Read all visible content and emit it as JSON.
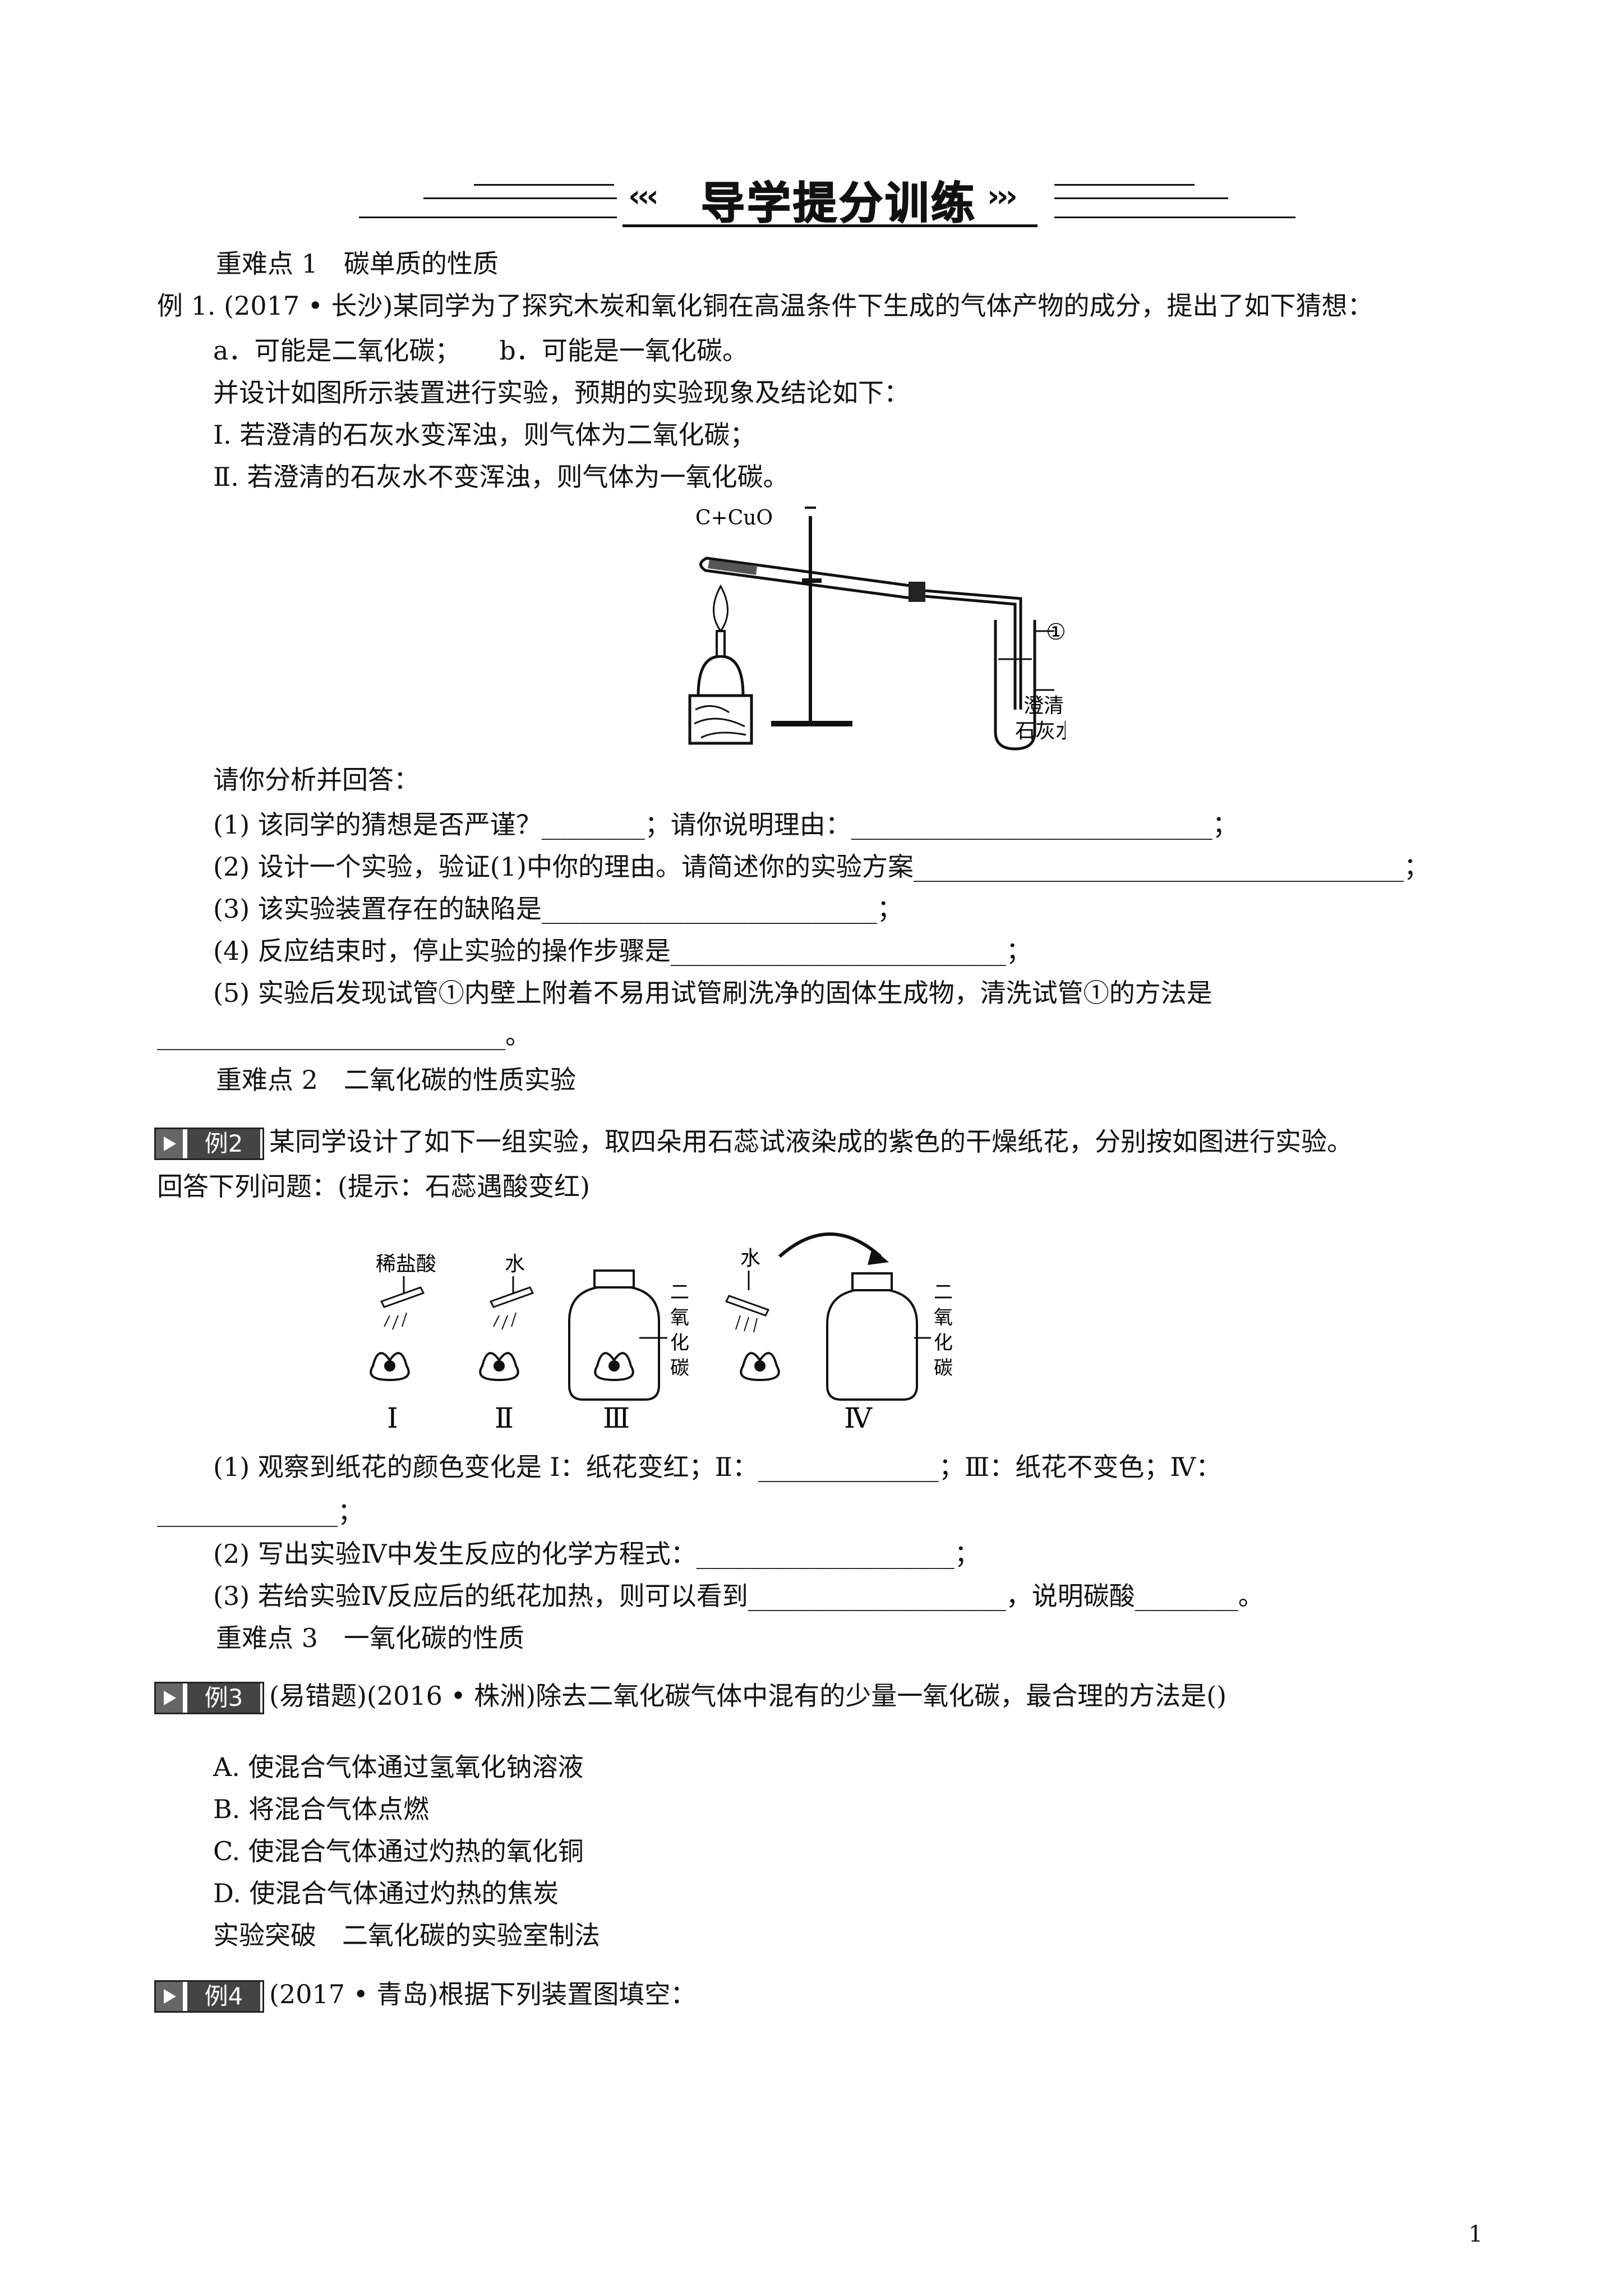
{
  "header": {
    "title": "导学提分训练",
    "left_chevrons": "‹‹‹",
    "right_chevrons": "›››"
  },
  "lines": {
    "kp1": "重难点 1　碳单质的性质",
    "ex1_stem": "例 1. (2017 • 长沙)某同学为了探究木炭和氧化铜在高温条件下生成的气体产物的成分，提出了如下猜想：",
    "ex1_guess": "a．可能是二氧化碳；　　b．可能是一氧化碳。",
    "ex1_design": "并设计如图所示装置进行实验，预期的实验现象及结论如下：",
    "ex1_c1": "Ⅰ. 若澄清的石灰水变浑浊，则气体为二氧化碳；",
    "ex1_c2": "Ⅱ. 若澄清的石灰水不变浑浊，则气体为一氧化碳。",
    "ex1_ask": "请你分析并回答：",
    "ex1_q1": "(1) 该同学的猜想是否严谨？________；请你说明理由：____________________________；",
    "ex1_q2": "(2) 设计一个实验，验证(1)中你的理由。请简述你的实验方案______________________________________；",
    "ex1_q3": "(3) 该实验装置存在的缺陷是__________________________；",
    "ex1_q4": "(4) 反应结束时，停止实验的操作步骤是__________________________；",
    "ex1_q5": "(5) 实验后发现试管①内壁上附着不易用试管刷洗净的固体生成物，清洗试管①的方法是",
    "ex1_q5b": "___________________________。",
    "kp2": "重难点 2　二氧化碳的性质实验",
    "ex2_stem": "某同学设计了如下一组实验，取四朵用石蕊试液染成的紫色的干燥纸花，分别按如图进行实验。",
    "ex2_stem2": "回答下列问题：(提示：石蕊遇酸变红)",
    "ex2_q1": "(1) 观察到纸花的颜色变化是 Ⅰ：纸花变红；Ⅱ：______________；Ⅲ：纸花不变色；Ⅳ：",
    "ex2_q1b": "______________；",
    "ex2_q2": "(2) 写出实验Ⅳ中发生反应的化学方程式：____________________；",
    "ex2_q3": "(3) 若给实验Ⅳ反应后的纸花加热，则可以看到____________________，说明碳酸________。",
    "kp3": "重难点 3　一氧化碳的性质",
    "ex3_stem": "(易错题)(2016 • 株洲)除去二氧化碳气体中混有的少量一氧化碳，最合理的方法是()",
    "ex3_a": "A. 使混合气体通过氢氧化钠溶液",
    "ex3_b": "B. 将混合气体点燃",
    "ex3_c": "C. 使混合气体通过灼热的氧化铜",
    "ex3_d": "D. 使混合气体通过灼热的焦炭",
    "kp4": "实验突破　二氧化碳的实验室制法",
    "ex4_stem": "(2017 • 青岛)根据下列装置图填空："
  },
  "tags": {
    "ex2": "例2",
    "ex3": "例3",
    "ex4": "例4"
  },
  "fig1": {
    "reactant": "C+CuO",
    "circle": "①",
    "lime1": "澄清",
    "lime2": "石灰水"
  },
  "fig2": {
    "acid": "稀盐酸",
    "water1": "水",
    "water2": "水",
    "co2_3": [
      "二",
      "氧",
      "化",
      "碳"
    ],
    "co2_4": [
      "二",
      "氧",
      "化",
      "碳"
    ],
    "labels": [
      "Ⅰ",
      "Ⅱ",
      "Ⅲ",
      "Ⅳ"
    ]
  },
  "page_number": "1"
}
